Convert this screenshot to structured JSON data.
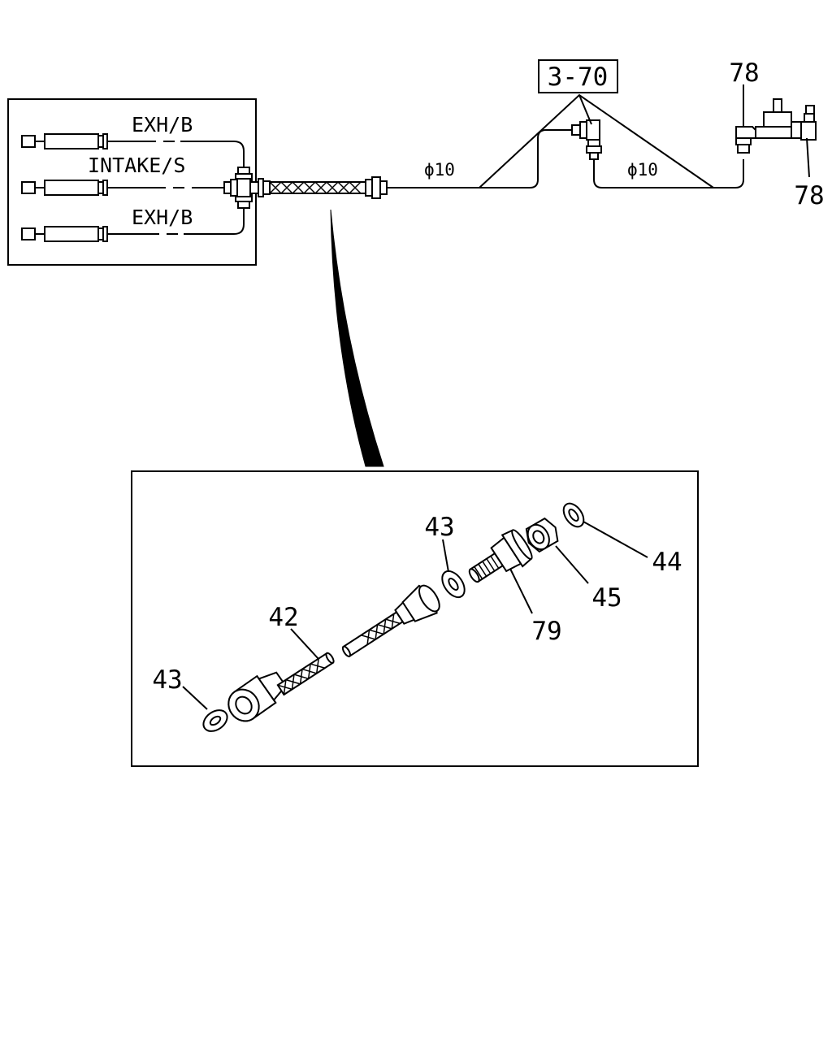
{
  "callouts": {
    "ref_box": "3-70",
    "top_78": "78",
    "right_78": "78",
    "c42": "42",
    "c43_upper": "43",
    "c43_lower": "43",
    "c44": "44",
    "c45": "45",
    "c79": "79"
  },
  "pipe_labels": {
    "exh_top": "EXH/B",
    "intake": "INTAKE/S",
    "exh_bottom": "EXH/B",
    "dia_left": "ϕ10",
    "dia_right": "ϕ10"
  }
}
